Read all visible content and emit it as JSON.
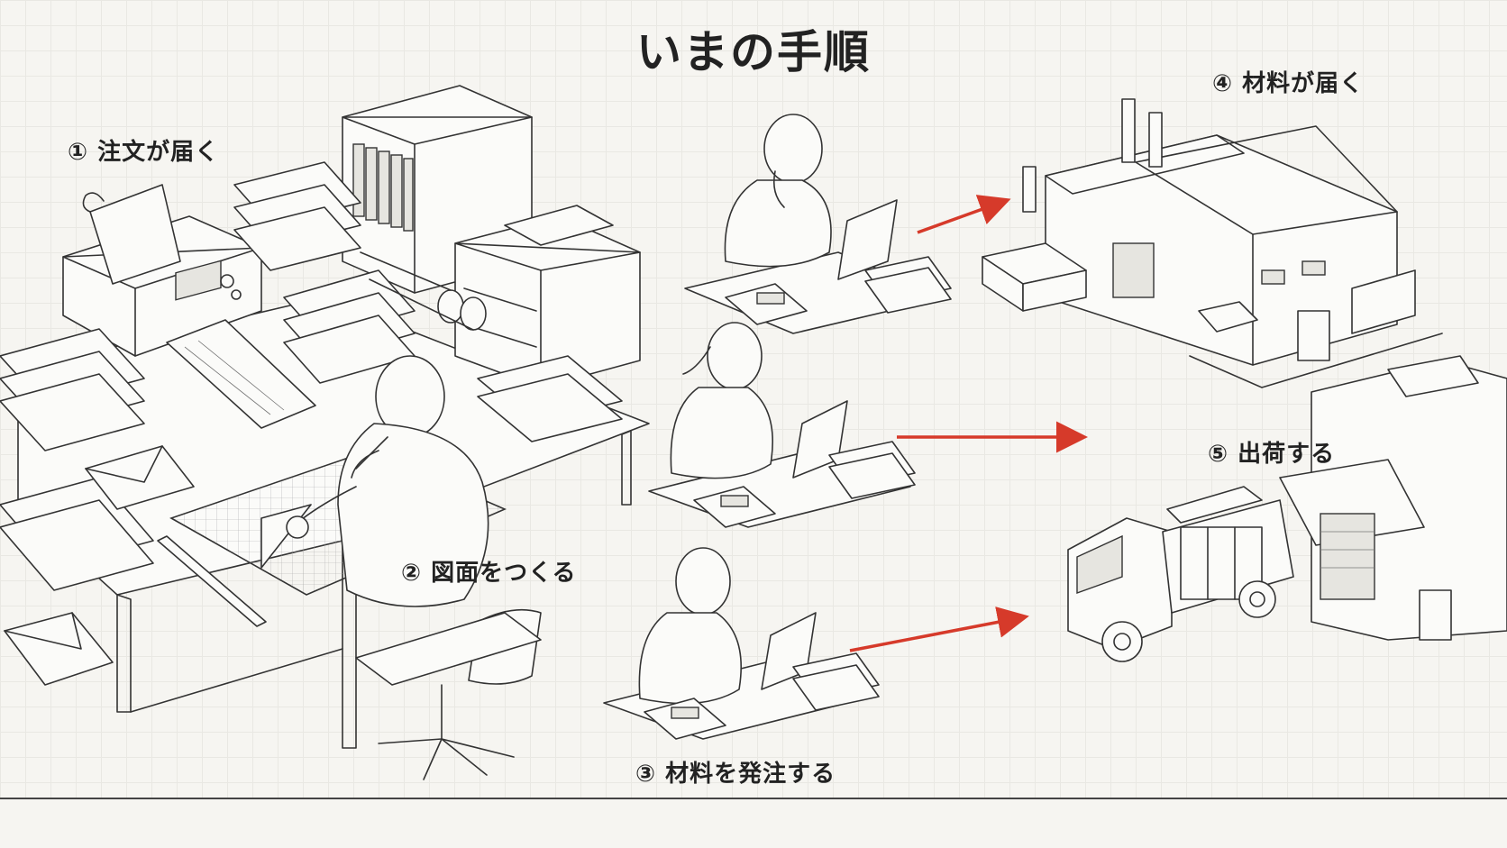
{
  "title": "いまの手順",
  "steps": {
    "s1": "① 注文が届く",
    "s2": "② 図面をつくる",
    "s3": "③ 材料を発注する",
    "s4": "④ 材料が届く",
    "s5": "⑤ 出荷する"
  },
  "colors": {
    "arrow": "#d63a2a",
    "ink": "#333333",
    "paper": "#f6f5f1"
  },
  "icons": [
    "fax-machine-icon",
    "phone-icon",
    "factory-icon",
    "truck-icon",
    "warehouse-icon"
  ]
}
